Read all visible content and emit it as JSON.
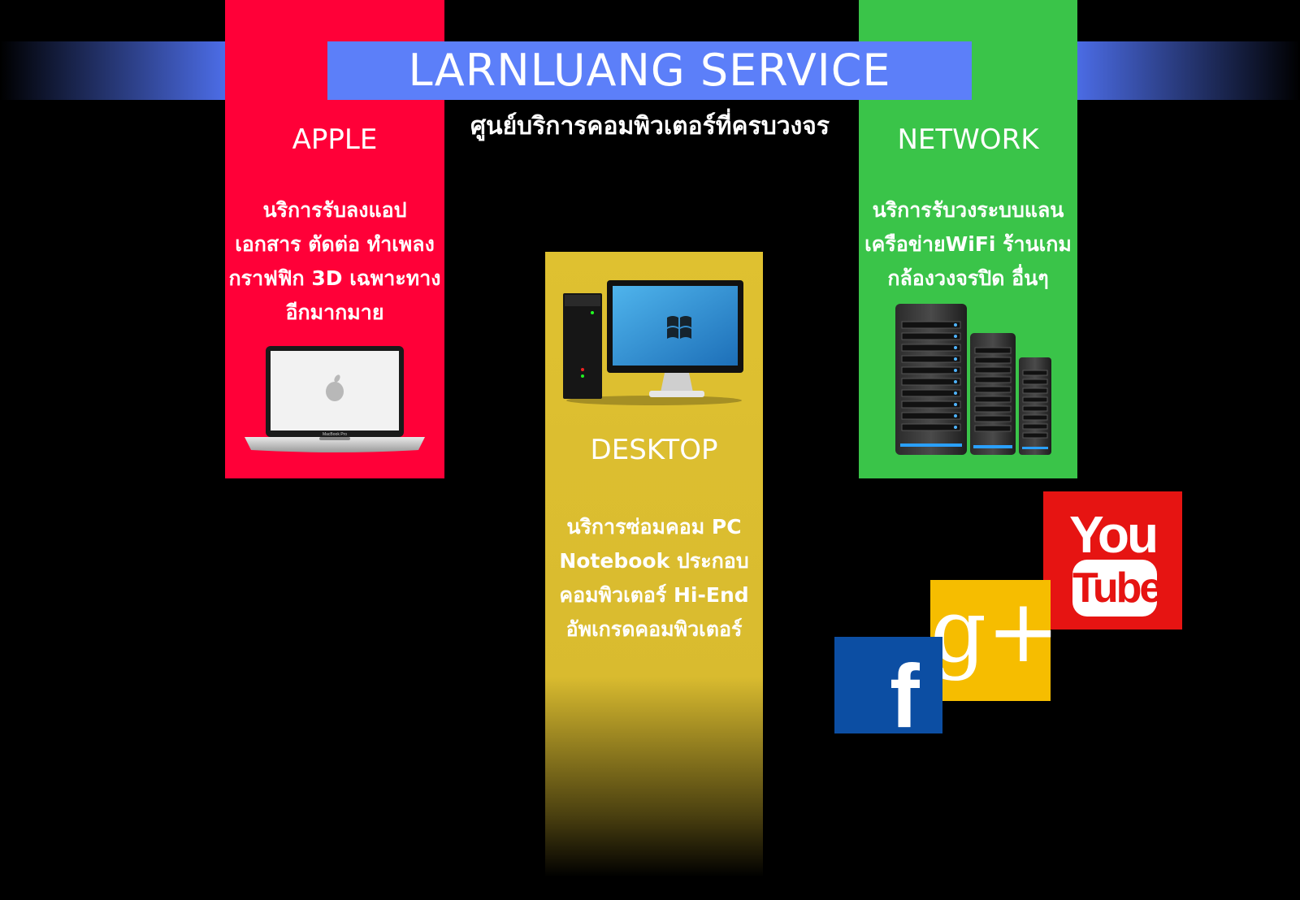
{
  "header": {
    "title": "LARNLUANG SERVICE",
    "subtitle": "ศูนย์บริการคอมพิวเตอร์ที่ครบวงจร"
  },
  "panels": {
    "apple": {
      "title": "APPLE",
      "lines": [
        "นริการรับลงแอป",
        "เอกสาร ตัดต่อ ทำเพลง",
        "กราฟฟิก 3D เฉพาะทาง",
        "อีกมากมาย"
      ],
      "laptop_label": "MacBook Pro"
    },
    "desktop": {
      "title": "DESKTOP",
      "lines": [
        "นริการซ่อมคอม PC",
        "Notebook ประกอบ",
        "คอมพิวเตอร์ Hi-End",
        "อัพเกรดคอมพิวเตอร์"
      ]
    },
    "network": {
      "title": "NETWORK",
      "lines": [
        "นริการรับวงระบบแลน",
        "เครือข่ายWiFi ร้านเกม",
        "กล้องวงจรปิด อื่นๆ"
      ]
    }
  },
  "social": {
    "youtube": {
      "line1": "You",
      "line2": "Tube"
    },
    "googleplus": {
      "text": "g+"
    },
    "facebook": {
      "text": "f"
    }
  },
  "colors": {
    "apple": "#ff0038",
    "network": "#3ac449",
    "desktop": "#dfc130",
    "banner": "#5c7ff9",
    "youtube": "#e61412",
    "googleplus": "#f6bd00",
    "facebook": "#0c4ea3"
  }
}
